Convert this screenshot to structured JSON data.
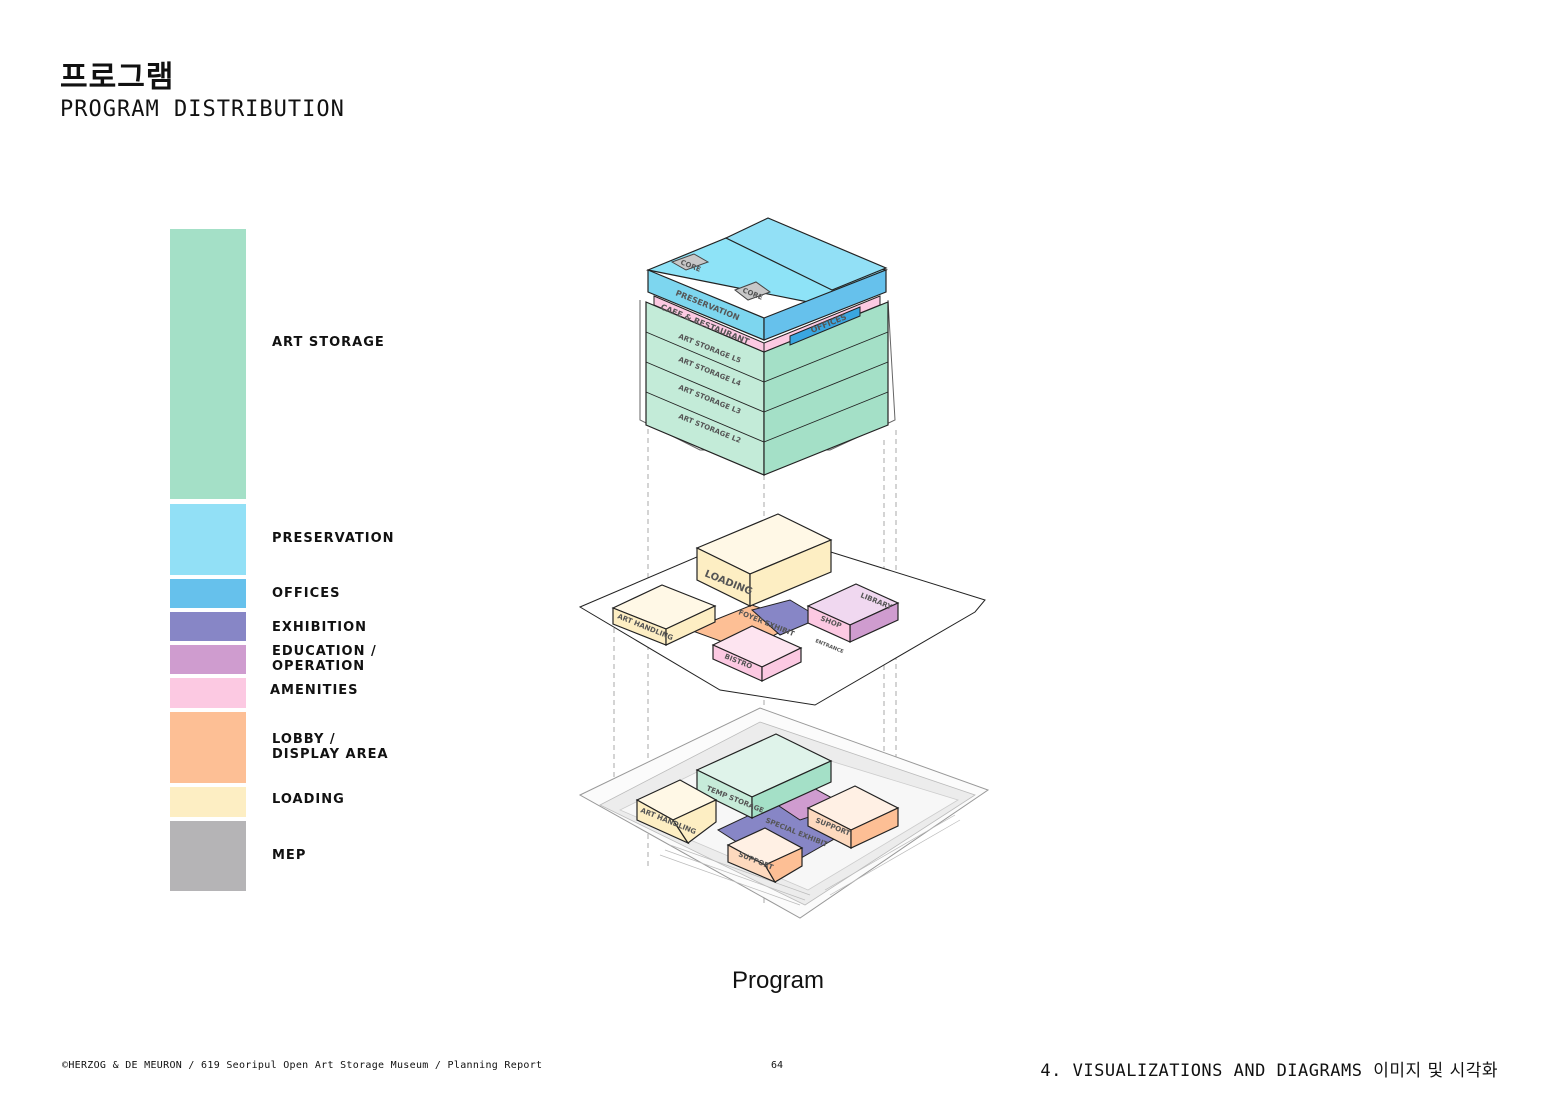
{
  "header": {
    "title_ko": "프로그램",
    "title_en": "PROGRAM DISTRIBUTION"
  },
  "legend": [
    {
      "label": "ART STORAGE",
      "color": "#a4e0c7"
    },
    {
      "label": "PRESERVATION",
      "color": "#92e0f6"
    },
    {
      "label": "OFFICES",
      "color": "#66c1ec"
    },
    {
      "label": "EXHIBITION",
      "color": "#8786c6"
    },
    {
      "label": "EDUCATION /\nOPERATION",
      "color": "#cf9ccf"
    },
    {
      "label": "AMENITIES",
      "color": "#fcc9e2"
    },
    {
      "label": "LOBBY /\nDISPLAY AREA",
      "color": "#fdbf95"
    },
    {
      "label": "LOADING",
      "color": "#fdeec3"
    },
    {
      "label": "MEP",
      "color": "#b5b4b6"
    }
  ],
  "diagram": {
    "top_labels": [
      "CORE",
      "CORE",
      "PRESERVATION",
      "CAFE & RESTAURANT",
      "OFFICES",
      "ART STORAGE L5",
      "ART STORAGE L4",
      "ART STORAGE L3",
      "ART STORAGE L2"
    ],
    "middle_labels": [
      "LOADING",
      "ART HANDLING",
      "FOYER EXHIBIT",
      "LIBRARY",
      "SHOP",
      "BISTRO",
      "ENTRANCE"
    ],
    "bottom_labels": [
      "TEMP STORAGE",
      "ART HANDLING",
      "SPECIAL EXHIBIT",
      "SUPPORT",
      "SUPPORT"
    ]
  },
  "caption": "Program",
  "footer": {
    "left": "©HERZOG & DE MEURON  /  619 Seoripul Open Art Storage Museum / Planning Report",
    "page": "64",
    "section_en": "4. VISUALIZATIONS AND DIAGRAMS",
    "section_ko": "이미지 및 시각화"
  }
}
